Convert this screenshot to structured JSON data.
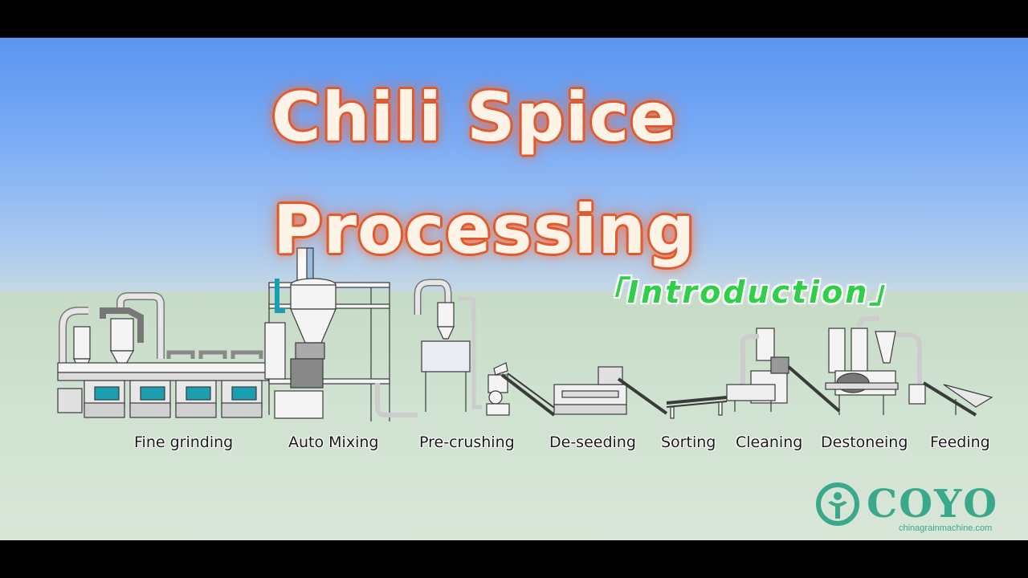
{
  "title": {
    "line1": "Chili Spice",
    "line2": "Processing",
    "subtitle": "「Introduction」"
  },
  "stages": [
    {
      "label": "Fine grinding"
    },
    {
      "label": "Auto Mixing"
    },
    {
      "label": "Pre-crushing"
    },
    {
      "label": "De-seeding"
    },
    {
      "label": "Sorting"
    },
    {
      "label": "Cleaning"
    },
    {
      "label": "Destoneing"
    },
    {
      "label": "Feeding"
    }
  ],
  "logo": {
    "brand": "COYO",
    "url": "chinagrainmachine.com",
    "icon": "coyo-logo-icon"
  },
  "colors": {
    "title_fill": "#fdf3e6",
    "title_outline": "#e05a2e",
    "subtitle": "#2fcf4a",
    "brand": "#3aa88a",
    "machine_accent": "#1a9fb0"
  }
}
